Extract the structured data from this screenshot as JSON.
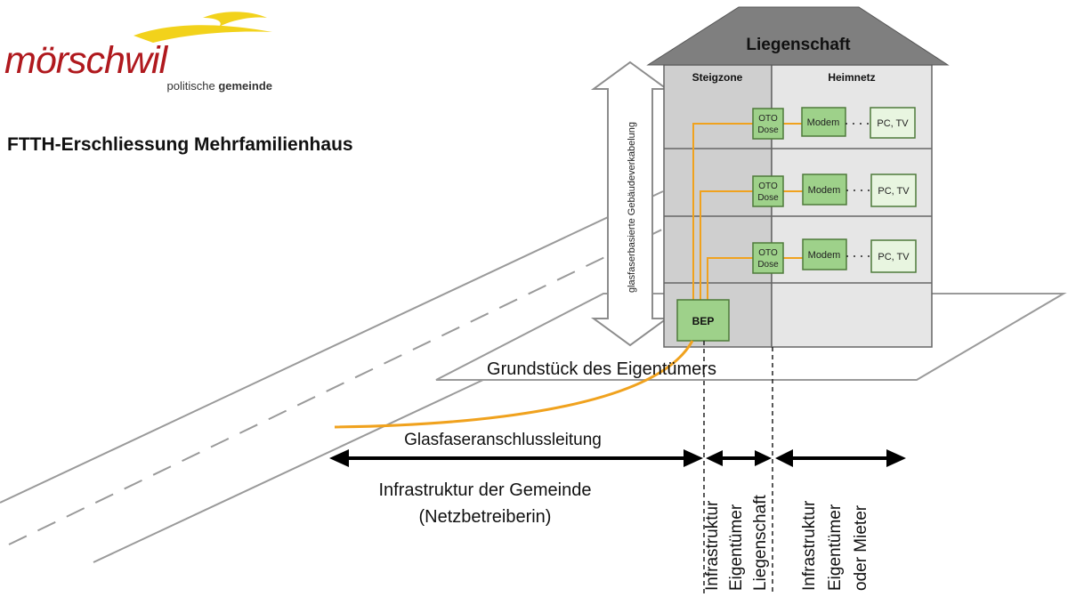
{
  "logo": {
    "wordmark": "mörschwil",
    "tagline_a": "politische ",
    "tagline_b": "gemeinde",
    "accent": "#f2d21b",
    "brand": "#b0191e"
  },
  "title": "FTTH-Erschliessung Mehrfamilienhaus",
  "house": {
    "roof_label": "Liegenschaft",
    "zone_left": "Steigzone",
    "zone_right": "Heimnetz",
    "riser_label": "glasfaserbasierte Gebäudeverkabelung",
    "floors": [
      {
        "oto_line1": "OTO",
        "oto_line2": "Dose",
        "modem": "Modem",
        "device": "PC, TV"
      },
      {
        "oto_line1": "OTO",
        "oto_line2": "Dose",
        "modem": "Modem",
        "device": "PC, TV"
      },
      {
        "oto_line1": "OTO",
        "oto_line2": "Dose",
        "modem": "Modem",
        "device": "PC, TV"
      }
    ],
    "bep": "BEP"
  },
  "labels": {
    "property": "Grundstück des Eigentümers",
    "connection": "Glasfaseranschlussleitung",
    "municipal_line1": "Infrastruktur der Gemeinde",
    "municipal_line2": "(Netzbetreiberin)",
    "owner": [
      "Infrastruktur",
      "Eigentümer",
      "Liegenschaft"
    ],
    "tenant": [
      "Infrastruktur",
      "Eigentümer",
      "oder Mieter"
    ]
  },
  "colors": {
    "fiber": "#f0a21e",
    "green_box": "#9ed18a",
    "green_border": "#4e7a3a",
    "roof": "#7f7f7f",
    "wall_dark": "#cfcfcf",
    "wall_light": "#e6e6e6"
  }
}
